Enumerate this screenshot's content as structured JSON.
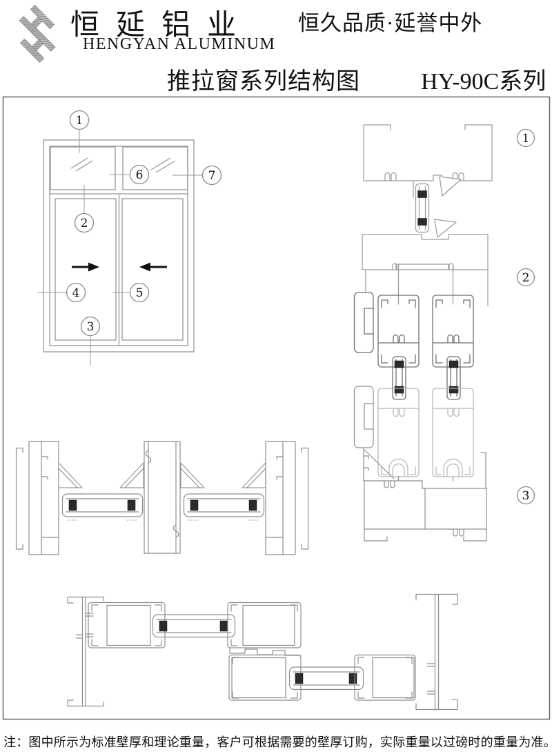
{
  "header": {
    "logo": "hengyan-monogram",
    "company_cn": "恒延铝业",
    "company_en": "HENGYAN ALUMINUM",
    "slogan": "恒久品质·延誉中外",
    "title": "推拉窗系列结构图",
    "series": "HY-90C系列"
  },
  "drawing": {
    "elevation_callouts": [
      "1",
      "2",
      "3",
      "4",
      "5",
      "6",
      "7"
    ],
    "section_callouts": [
      "1",
      "2",
      "3"
    ]
  },
  "note": "注：图中所示为标准壁厚和理论重量，客户可根据需要的壁厚订购，实际重量以过磅时的重量为准。",
  "colors": {
    "line_mid": "#8e8e8e",
    "line_dark": "#6f6f6f",
    "line_light": "#b5b5b5",
    "text": "#111111",
    "border": "#666666",
    "background": "#ffffff"
  }
}
